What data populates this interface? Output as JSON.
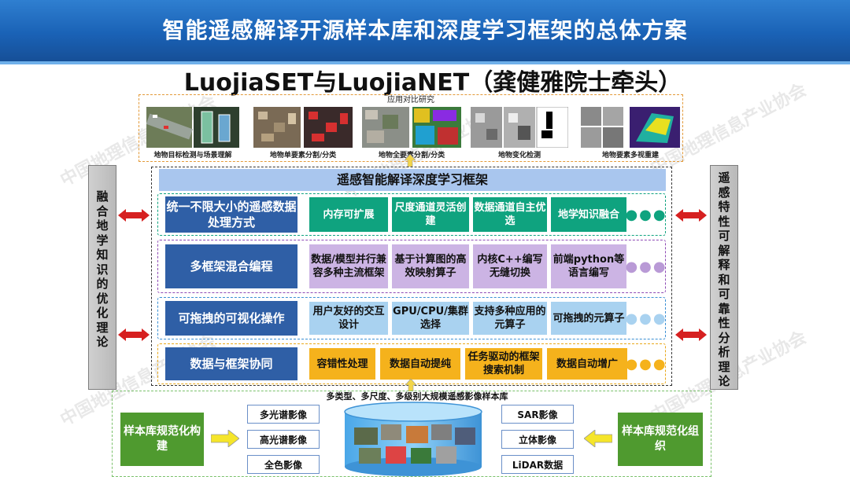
{
  "title": "智能遥感解译开源样本库和深度学习框架的总体方案",
  "subtitle": "LuojiaSET与LuojiaNET（龚健雅院士牵头）",
  "watermark": "中国地理信息产业协会",
  "applications": {
    "title": "应用对比研究",
    "items": [
      {
        "label": "地物目标检测与场景理解"
      },
      {
        "label": "地物单要素分割/分类"
      },
      {
        "label": "地物全要素分割/分类"
      },
      {
        "label": "地物变化检测"
      },
      {
        "label": "地物要素多视重建"
      }
    ]
  },
  "left_side": {
    "chars": [
      "融",
      "合",
      "地",
      "学",
      "知",
      "识",
      "的",
      "优",
      "化",
      "理",
      "论"
    ]
  },
  "right_side": {
    "chars": [
      "遥",
      "感",
      "特",
      "性",
      "可",
      "解",
      "释",
      "和",
      "可",
      "靠",
      "性",
      "分",
      "析",
      "理",
      "论"
    ]
  },
  "framework": {
    "title": "遥感智能解译深度学习框架",
    "rows": [
      {
        "label": "统一不限大小的遥感数据处理方式",
        "cells": [
          "内存可扩展",
          "尺度通道灵活创建",
          "数据通道自主优选",
          "地学知识融合"
        ],
        "dots": "●●●"
      },
      {
        "label": "多框架混合编程",
        "cells": [
          "数据/模型并行兼容多种主流框架",
          "基于计算图的高效映射算子",
          "内核C++编写无缝切换",
          "前端python等语言编写"
        ],
        "dots": "●●●"
      },
      {
        "label": "可拖拽的可视化操作",
        "cells": [
          "用户友好的交互设计",
          "GPU/CPU/集群选择",
          "支持多种应用的元算子",
          "可拖拽的元算子"
        ],
        "dots": "●●●"
      },
      {
        "label": "数据与框架协同",
        "cells": [
          "容错性处理",
          "数据自动提纯",
          "任务驱动的框架搜索机制",
          "数据自动增广"
        ],
        "dots": "●●●"
      }
    ]
  },
  "sample_library": {
    "title": "多类型、多尺度、多级别大规模遥感影像样本库",
    "left_box": "样本库规范化构建",
    "right_box": "样本库规范化组织",
    "left_types": [
      "多光谱影像",
      "高光谱影像",
      "全色影像"
    ],
    "right_types": [
      "SAR影像",
      "立体影像",
      "LiDAR数据"
    ]
  },
  "colors": {
    "title_bar": "#1a62b6",
    "row1": "#0fa37f",
    "row2": "#8e4ab5",
    "row3": "#3a8fd4",
    "row4": "#e9a81a",
    "label_box": "#2f5fa6",
    "arrow": "#d62020",
    "green_box": "#4f9a2f"
  }
}
